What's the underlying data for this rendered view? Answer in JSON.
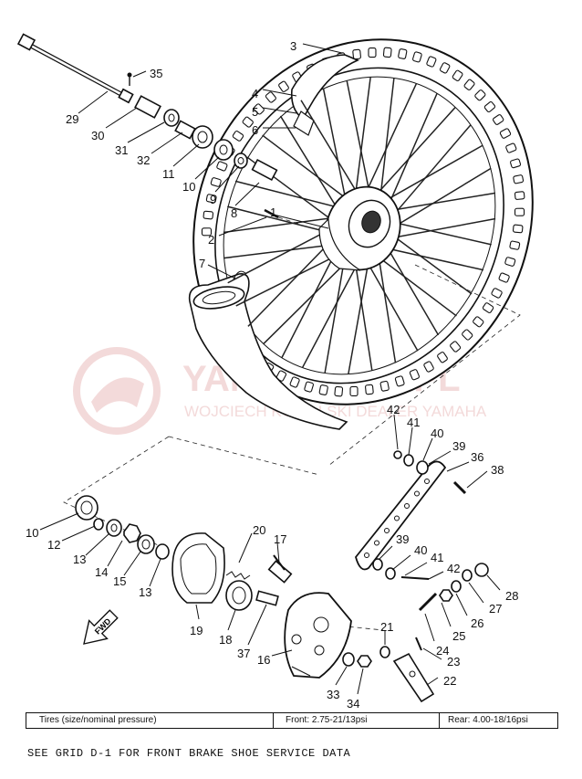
{
  "watermark": {
    "brand": "YAMASKLEP.PL",
    "tagline": "WOJCIECH KOWALSKI DEALER YAMAHA",
    "color": "#f2d6d6"
  },
  "callouts": [
    {
      "id": "1",
      "text": "1"
    },
    {
      "id": "2",
      "text": "2"
    },
    {
      "id": "3",
      "text": "3"
    },
    {
      "id": "4",
      "text": "4"
    },
    {
      "id": "5",
      "text": "5"
    },
    {
      "id": "6",
      "text": "6"
    },
    {
      "id": "7",
      "text": "7"
    },
    {
      "id": "8",
      "text": "8"
    },
    {
      "id": "9",
      "text": "9"
    },
    {
      "id": "10a",
      "text": "10"
    },
    {
      "id": "11",
      "text": "11"
    },
    {
      "id": "29",
      "text": "29"
    },
    {
      "id": "30",
      "text": "30"
    },
    {
      "id": "31",
      "text": "31"
    },
    {
      "id": "32",
      "text": "32"
    },
    {
      "id": "35",
      "text": "35"
    },
    {
      "id": "10b",
      "text": "10"
    },
    {
      "id": "12",
      "text": "12"
    },
    {
      "id": "13a",
      "text": "13"
    },
    {
      "id": "14",
      "text": "14"
    },
    {
      "id": "15",
      "text": "15"
    },
    {
      "id": "13b",
      "text": "13"
    },
    {
      "id": "19",
      "text": "19"
    },
    {
      "id": "20",
      "text": "20"
    },
    {
      "id": "17",
      "text": "17"
    },
    {
      "id": "18",
      "text": "18"
    },
    {
      "id": "37",
      "text": "37"
    },
    {
      "id": "16",
      "text": "16"
    },
    {
      "id": "21",
      "text": "21"
    },
    {
      "id": "33",
      "text": "33"
    },
    {
      "id": "34",
      "text": "34"
    },
    {
      "id": "22",
      "text": "22"
    },
    {
      "id": "23",
      "text": "23"
    },
    {
      "id": "24",
      "text": "24"
    },
    {
      "id": "25",
      "text": "25"
    },
    {
      "id": "26",
      "text": "26"
    },
    {
      "id": "27",
      "text": "27"
    },
    {
      "id": "28",
      "text": "28"
    },
    {
      "id": "42a",
      "text": "42"
    },
    {
      "id": "41a",
      "text": "41"
    },
    {
      "id": "40a",
      "text": "40"
    },
    {
      "id": "39a",
      "text": "39"
    },
    {
      "id": "36",
      "text": "36"
    },
    {
      "id": "38",
      "text": "38"
    },
    {
      "id": "39b",
      "text": "39"
    },
    {
      "id": "40b",
      "text": "40"
    },
    {
      "id": "41b",
      "text": "41"
    },
    {
      "id": "42b",
      "text": "42"
    }
  ],
  "fwd_label": "FWD",
  "tires": {
    "label": "Tires (size/nominal pressure)",
    "front": "Front: 2.75-21/13psi",
    "rear": "Rear: 4.00-18/16psi"
  },
  "note": "SEE GRID D-1 FOR FRONT BRAKE SHOE SERVICE DATA"
}
